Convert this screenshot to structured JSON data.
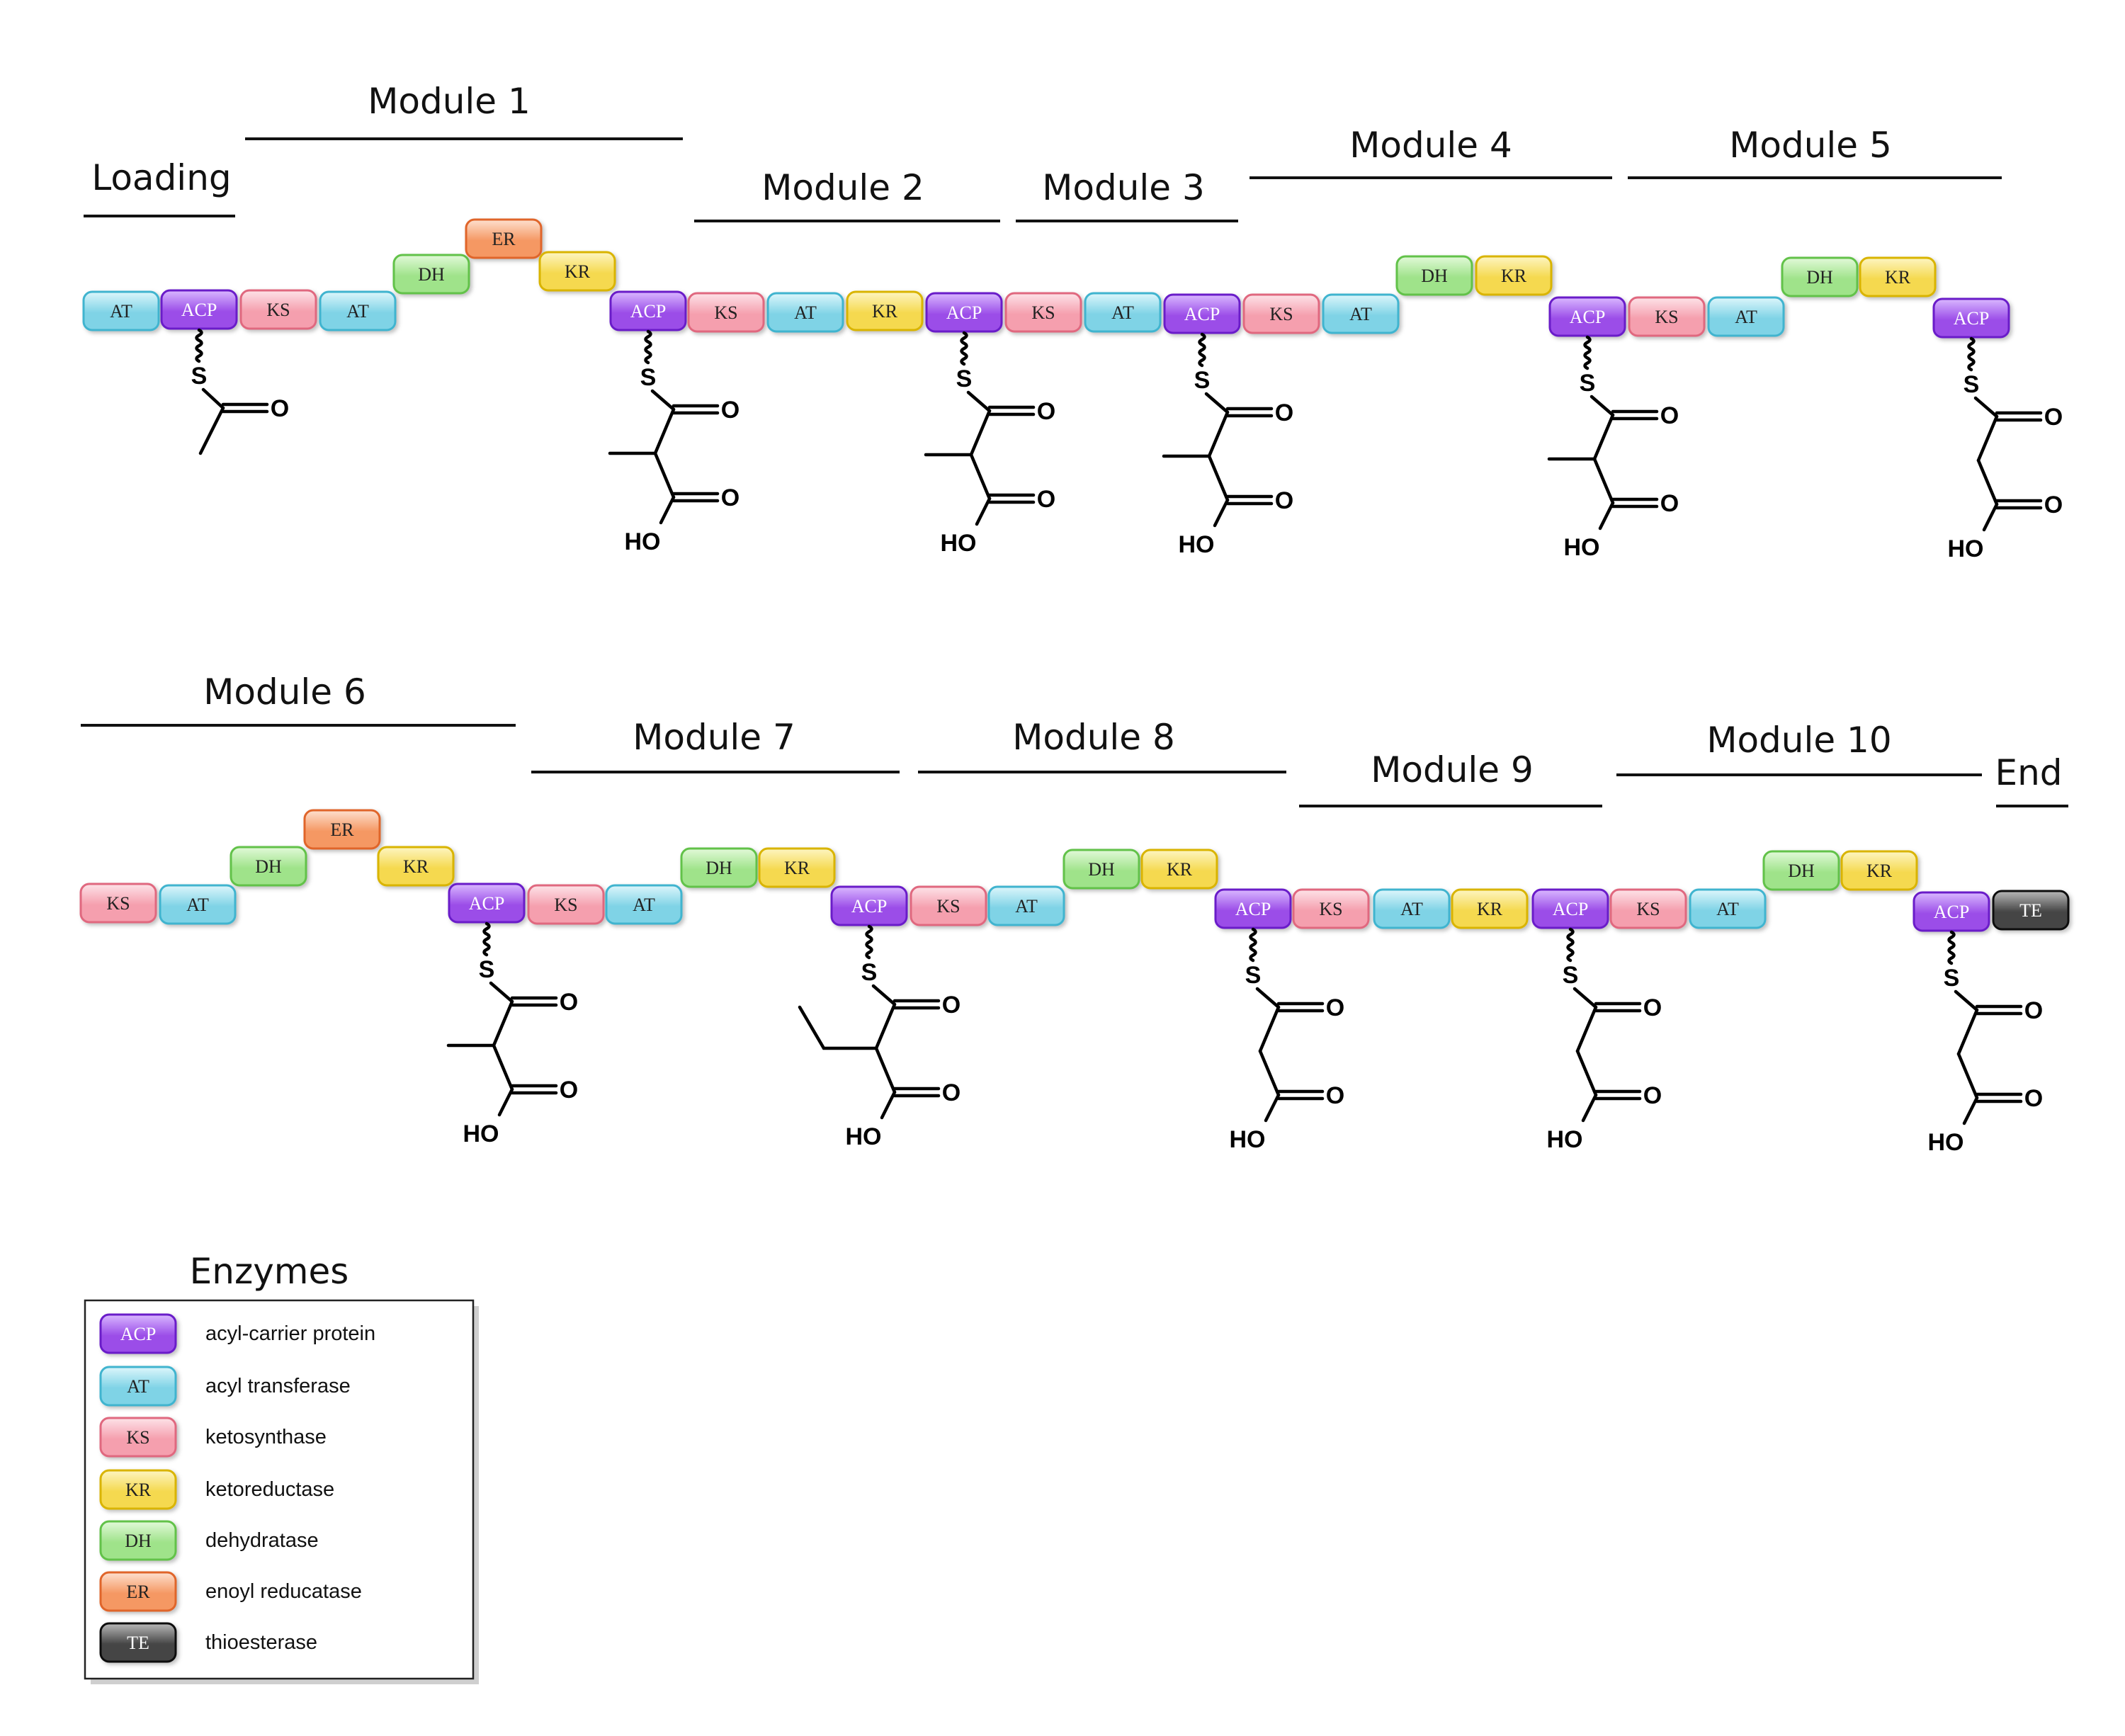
{
  "domains": {
    "ACP": {
      "name": "acyl-carrier protein",
      "color": "#9b4de8",
      "light": "#d9b8ff",
      "border": "#6a1fc9"
    },
    "AT": {
      "name": "acyl transferase",
      "color": "#7fd3e6",
      "light": "#ddf6fb",
      "border": "#3fb4cf"
    },
    "KS": {
      "name": "ketosynthase",
      "color": "#f59fae",
      "light": "#fde3e8",
      "border": "#e0687f"
    },
    "KR": {
      "name": "ketoreductase",
      "color": "#f5d94f",
      "light": "#fdf5c2",
      "border": "#d9b400"
    },
    "DH": {
      "name": "dehydratase",
      "color": "#9fe38a",
      "light": "#e2f9d9",
      "border": "#62c24a"
    },
    "ER": {
      "name": "enoyl reducatase",
      "color": "#f59863",
      "light": "#fde0cf",
      "border": "#e0652b"
    },
    "TE": {
      "name": "thioesterase",
      "color": "#444444",
      "light": "#b9b9b9",
      "border": "#111111"
    }
  },
  "modules": [
    {
      "label": "Loading"
    },
    {
      "label": "Module 1"
    },
    {
      "label": "Module 2"
    },
    {
      "label": "Module 3"
    },
    {
      "label": "Module 4"
    },
    {
      "label": "Module 5"
    },
    {
      "label": "Module 6"
    },
    {
      "label": "Module 7"
    },
    {
      "label": "Module 8"
    },
    {
      "label": "Module 9"
    },
    {
      "label": "Module 10"
    },
    {
      "label": "End"
    }
  ],
  "chains": {
    "row1": [
      "AT",
      "ACP",
      "KS",
      "AT",
      "DH",
      "ER",
      "KR",
      "ACP",
      "KS",
      "AT",
      "KR",
      "ACP",
      "KS",
      "AT",
      "ACP",
      "KS",
      "AT",
      "DH",
      "KR",
      "ACP",
      "KS",
      "AT",
      "DH",
      "KR",
      "ACP"
    ],
    "row2": [
      "KS",
      "AT",
      "DH",
      "ER",
      "KR",
      "ACP",
      "KS",
      "AT",
      "DH",
      "KR",
      "ACP",
      "KS",
      "AT",
      "DH",
      "KR",
      "ACP",
      "KS",
      "AT",
      "KR",
      "ACP",
      "KS",
      "AT",
      "DH",
      "KR",
      "ACP",
      "TE"
    ]
  },
  "extender_units": [
    "acetyl",
    "methylmalonyl",
    "methylmalonyl",
    "methylmalonyl",
    "methylmalonyl",
    "malonyl",
    "methylmalonyl",
    "ethylmalonyl",
    "malonyl",
    "malonyl",
    "malonyl"
  ],
  "atoms": {
    "sulfur": "S",
    "oxygen": "O",
    "hydroxyl": "HO"
  },
  "legend": {
    "title": "Enzymes",
    "items": [
      {
        "abbr": "ACP",
        "label": "acyl-carrier protein"
      },
      {
        "abbr": "AT",
        "label": "acyl transferase"
      },
      {
        "abbr": "KS",
        "label": "ketosynthase"
      },
      {
        "abbr": "KR",
        "label": "ketoreductase"
      },
      {
        "abbr": "DH",
        "label": "dehydratase"
      },
      {
        "abbr": "ER",
        "label": "enoyl reducatase"
      },
      {
        "abbr": "TE",
        "label": "thioesterase"
      }
    ]
  }
}
